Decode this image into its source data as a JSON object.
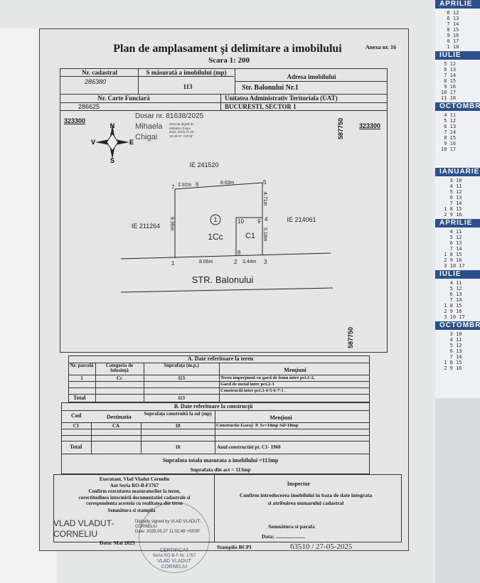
{
  "header": {
    "title": "Plan de amplasament şi delimitare a imobilului",
    "scale": "Scara 1: 200",
    "annex": "Anexa nr. 16"
  },
  "info": {
    "nr_cadastral_label": "Nr. cadastral",
    "nr_cadastral": "286380",
    "suprafata_label": "S măsurată a imobilului (mp)",
    "suprafata": "113",
    "adresa_label": "Adresa imobilului",
    "adresa": "Str. Balonului Nr.1",
    "carte_funciara_label": "Nr. Carte Funciară",
    "carte_funciara": "286625",
    "uat_label": "Unitatea Administrativ Teritoriala (UAT)",
    "uat": "BUCURESTI, SECTOR 1"
  },
  "plan": {
    "dosar": "Dosar nr. 81638/2025",
    "signer_name_1": "Mihaela",
    "signer_name_2": "Chigai",
    "sig_line1": "Semnat digital de",
    "sig_line2": "Mihaela Chigai",
    "sig_line3": "Data: 2025.07.25",
    "sig_line4": "15:39:57 +03'00'",
    "coord_left": "323300",
    "coord_right": "323300",
    "coord_vert_top": "587750",
    "coord_vert_bottom": "587750",
    "compass": {
      "n": "N",
      "s": "S",
      "e": "E",
      "w": "V"
    },
    "neighbor_north": "IE 241520",
    "neighbor_west": "IE 211264",
    "neighbor_east": "IE 214061",
    "street": "STR. Balonului",
    "parcel_number": "1",
    "parcel_label": "1Cc",
    "building_label": "C1",
    "points": [
      "1",
      "2",
      "3",
      "4",
      "5",
      "6",
      "7",
      "8",
      "9",
      "10"
    ],
    "distances": {
      "d76": "2.92m",
      "d65": "8.83m",
      "d54": "4.71m",
      "d43": "5.18m",
      "d71": "9.36m",
      "d12": "8.06m",
      "d23": "3.44m"
    }
  },
  "section_a": {
    "title": "A. Date referitoare la teren",
    "headers": [
      "Nr. parcelă",
      "Categoria de folosinţă",
      "Suprafaţa (m.p.)",
      "Menţiuni"
    ],
    "row": [
      "1",
      "Cc",
      "113"
    ],
    "mentions": [
      "Teren imprejmuit cu gard de lemn intre pct.1-2,",
      "Gard de metal intre pct.2-3",
      "Constructii intre pct.3-4-5-6-7-1 ."
    ],
    "total_label": "Total",
    "total": "113"
  },
  "section_b": {
    "title": "B. Date referitoare la construcţii",
    "headers": [
      "Cod",
      "Destinatia",
      "Suprafaţa construită la sol (mp)",
      "Menţiuni"
    ],
    "row": [
      "C1",
      "CA",
      "18",
      "Constructie-Garaj- P. Sc=18mp Sd=18mp"
    ],
    "total_label": "Total",
    "total": "18",
    "total_mention": "Anul constructiei pt. C1- 1960"
  },
  "totals": {
    "line1": "Suprafata totala masurata a imobilului =113mp",
    "line2": "Suprafata din act = 113mp"
  },
  "executant": {
    "lines": [
      "Executant, Vlad Vladut Corneliu",
      "Aut Seria RO-B-F1767",
      "Confirm executarea masuratorilor la teren,",
      "corectitudinea intocmirii documentatiei cadastrale si",
      "corespondenta acesteia cu realitatea din teren"
    ],
    "signature_label": "Semnătura si stampila",
    "digital_name_1": "VLAD VLADUT-",
    "digital_name_2": "CORNELIU",
    "digital_sig": [
      "Digitally signed by VLAD VLADUT-",
      "CORNELIU",
      "Date: 2025.05.27 11:02:49 +03'00'"
    ],
    "stamp_text": [
      "CERTIFICAT",
      "Seria RO-B-F Nr. 1767",
      "VLAD VLADUT",
      "CORNELIU"
    ],
    "date": "Data: Mai 2025"
  },
  "inspector": {
    "title": "Inspector",
    "lines": [
      "Confirm introducerea imobilului in baza de date integrata",
      "si atribuirea numarului cadastral"
    ],
    "signature_label": "Semnătura si parafa",
    "date_label": "Data: ......................",
    "stamp_label": "Stampila BCPI",
    "registration": "63510 / 27-05-2025"
  },
  "calendar": {
    "months": [
      "APRILIE",
      "IULIE",
      "OCTOMBRIE",
      "IANUARIE",
      "APRILIE",
      "IULIE",
      "OCTOMBRIE"
    ],
    "rows": [
      "  6 12\n  6 13\n  7 14\n  8 15\n  9 16\n  0 17\n  1 18",
      " 5 12\n 6 13\n 7 14\n 8 15\n 9 16\n10 17\n11 18",
      " 4 11\n 5 12\n 6 13\n 7 14\n 8 15\n 9 16\n10 17",
      "   3 10\n   4 11\n   5 12\n   6 13\n   7 14\n 1 8 15\n 2 9 16",
      "   4 11\n   5 12\n   6 13\n   7 14\n 1 8 15\n 2 9 16\n 3 10 17",
      "   4 11\n   5 12\n   6 13\n   7 14\n 1 8 15\n 2 9 16\n 3 10 17",
      "   3 10\n   4 11\n   5 12\n   6 13\n   7 14\n 1 8 15\n 2 9 16"
    ]
  }
}
